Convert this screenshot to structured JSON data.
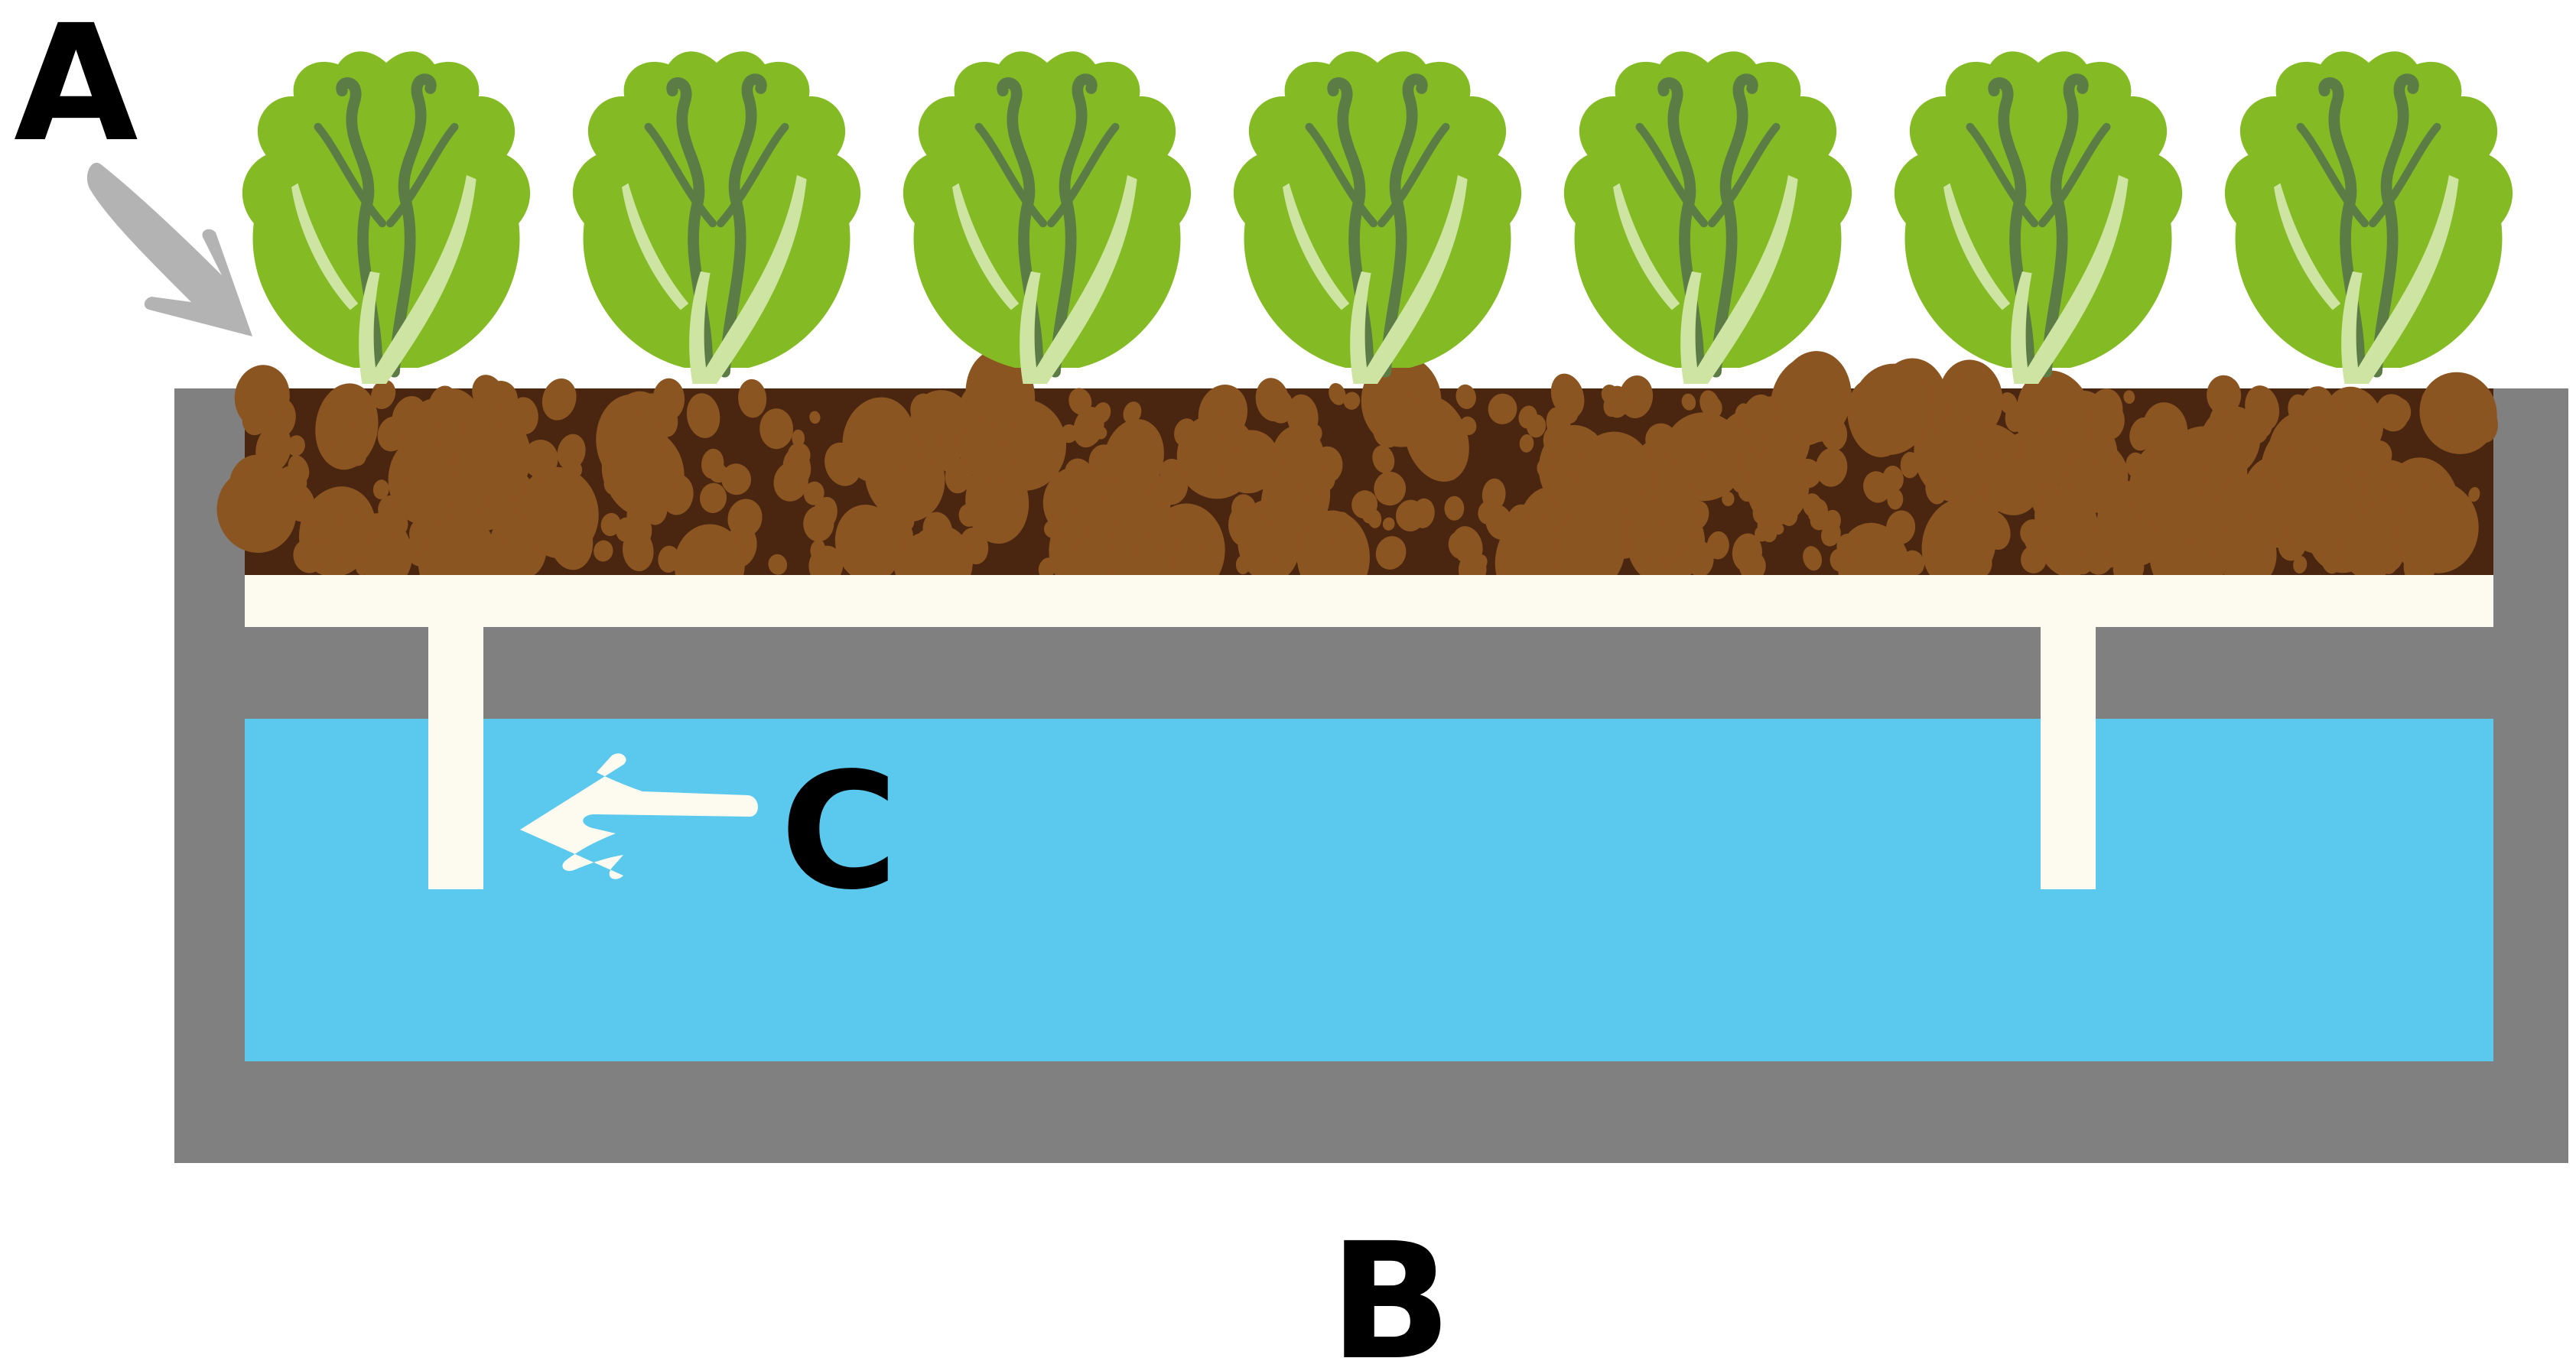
{
  "labels": {
    "a": "A",
    "b": "B",
    "c": "C"
  },
  "colors": {
    "container_wall": "#808080",
    "soil_dark": "#4a2610",
    "soil_pebble": "#8b5522",
    "support_frame": "#fdfbef",
    "water": "#5bc8ee",
    "leaf_light": "#84bb25",
    "leaf_vein": "#5c7c45",
    "leaf_highlight": "#cde4a2",
    "arrow_gray": "#b3b3b3",
    "arrow_white": "#fdfbef",
    "label_text": "#000000"
  },
  "icons": {
    "plant": "lettuce-icon",
    "pointer_a": "gray-arrow-icon",
    "pointer_c": "white-arrow-icon"
  },
  "plant_count": 7
}
